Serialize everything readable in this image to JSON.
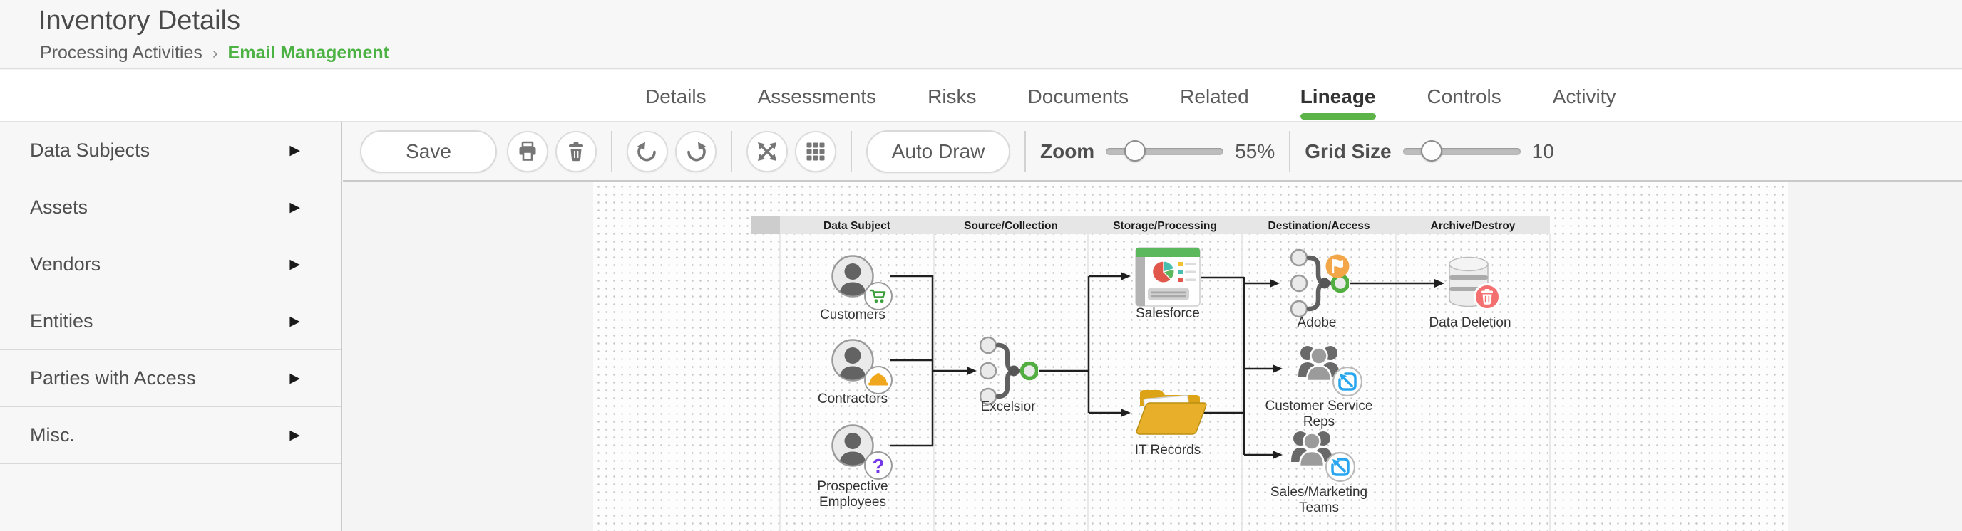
{
  "page": {
    "title": "Inventory Details"
  },
  "breadcrumb": {
    "parent": "Processing Activities",
    "separator": "›",
    "current": "Email Management"
  },
  "tabs": [
    {
      "label": "Details",
      "active": false
    },
    {
      "label": "Assessments",
      "active": false
    },
    {
      "label": "Risks",
      "active": false
    },
    {
      "label": "Documents",
      "active": false
    },
    {
      "label": "Related",
      "active": false
    },
    {
      "label": "Lineage",
      "active": true
    },
    {
      "label": "Controls",
      "active": false
    },
    {
      "label": "Activity",
      "active": false
    }
  ],
  "sidebar": {
    "items": [
      {
        "label": "Data Subjects"
      },
      {
        "label": "Assets"
      },
      {
        "label": "Vendors"
      },
      {
        "label": "Entities"
      },
      {
        "label": "Parties with Access"
      },
      {
        "label": "Misc."
      }
    ]
  },
  "toolbar": {
    "save_label": "Save",
    "auto_draw_label": "Auto Draw",
    "zoom_label": "Zoom",
    "zoom_value": "55%",
    "grid_label": "Grid Size",
    "grid_value": "10"
  },
  "lineage": {
    "columns": [
      "Data Subject",
      "Source/Collection",
      "Storage/Processing",
      "Destination/Access",
      "Archive/Destroy"
    ],
    "nodes": {
      "customers": {
        "label": "Customers",
        "icon": "person",
        "badge": "shopping-cart"
      },
      "contractors": {
        "label": "Contractors",
        "icon": "person",
        "badge": "hard-hat"
      },
      "prospective_employees": {
        "label_line1": "Prospective",
        "label_line2": "Employees",
        "icon": "person",
        "badge": "question-mark"
      },
      "excelsior": {
        "label": "Excelsior",
        "icon": "merge-junction"
      },
      "salesforce": {
        "label": "Salesforce",
        "icon": "report-document"
      },
      "it_records": {
        "label": "IT Records",
        "icon": "folder"
      },
      "adobe": {
        "label": "Adobe",
        "icon": "merge-junction",
        "badge": "flag"
      },
      "customer_service_reps": {
        "label_line1": "Customer Service",
        "label_line2": "Reps",
        "icon": "people-group",
        "badge": "access-arrow"
      },
      "sales_marketing_teams": {
        "label_line1": "Sales/Marketing",
        "label_line2": "Teams",
        "icon": "people-group",
        "badge": "access-arrow"
      },
      "data_deletion": {
        "label": "Data Deletion",
        "icon": "database",
        "badge": "trash"
      }
    },
    "edges": [
      {
        "from": "Customers",
        "to": "Excelsior"
      },
      {
        "from": "Contractors",
        "to": "Excelsior"
      },
      {
        "from": "Prospective Employees",
        "to": "Excelsior"
      },
      {
        "from": "Excelsior",
        "to": "Salesforce"
      },
      {
        "from": "Excelsior",
        "to": "IT Records"
      },
      {
        "from": [
          "Salesforce",
          "IT Records"
        ],
        "to": [
          "Adobe",
          "Customer Service Reps",
          "Sales/Marketing Teams"
        ]
      },
      {
        "from": "Adobe",
        "to": "Data Deletion"
      }
    ]
  },
  "colors": {
    "accent_green": "#5cb347",
    "breadcrumb_green": "#4cb244",
    "badge_orange": "#f2a647",
    "badge_red": "#f47070",
    "badge_blue": "#28a6ef",
    "badge_purple": "#7438e8"
  }
}
